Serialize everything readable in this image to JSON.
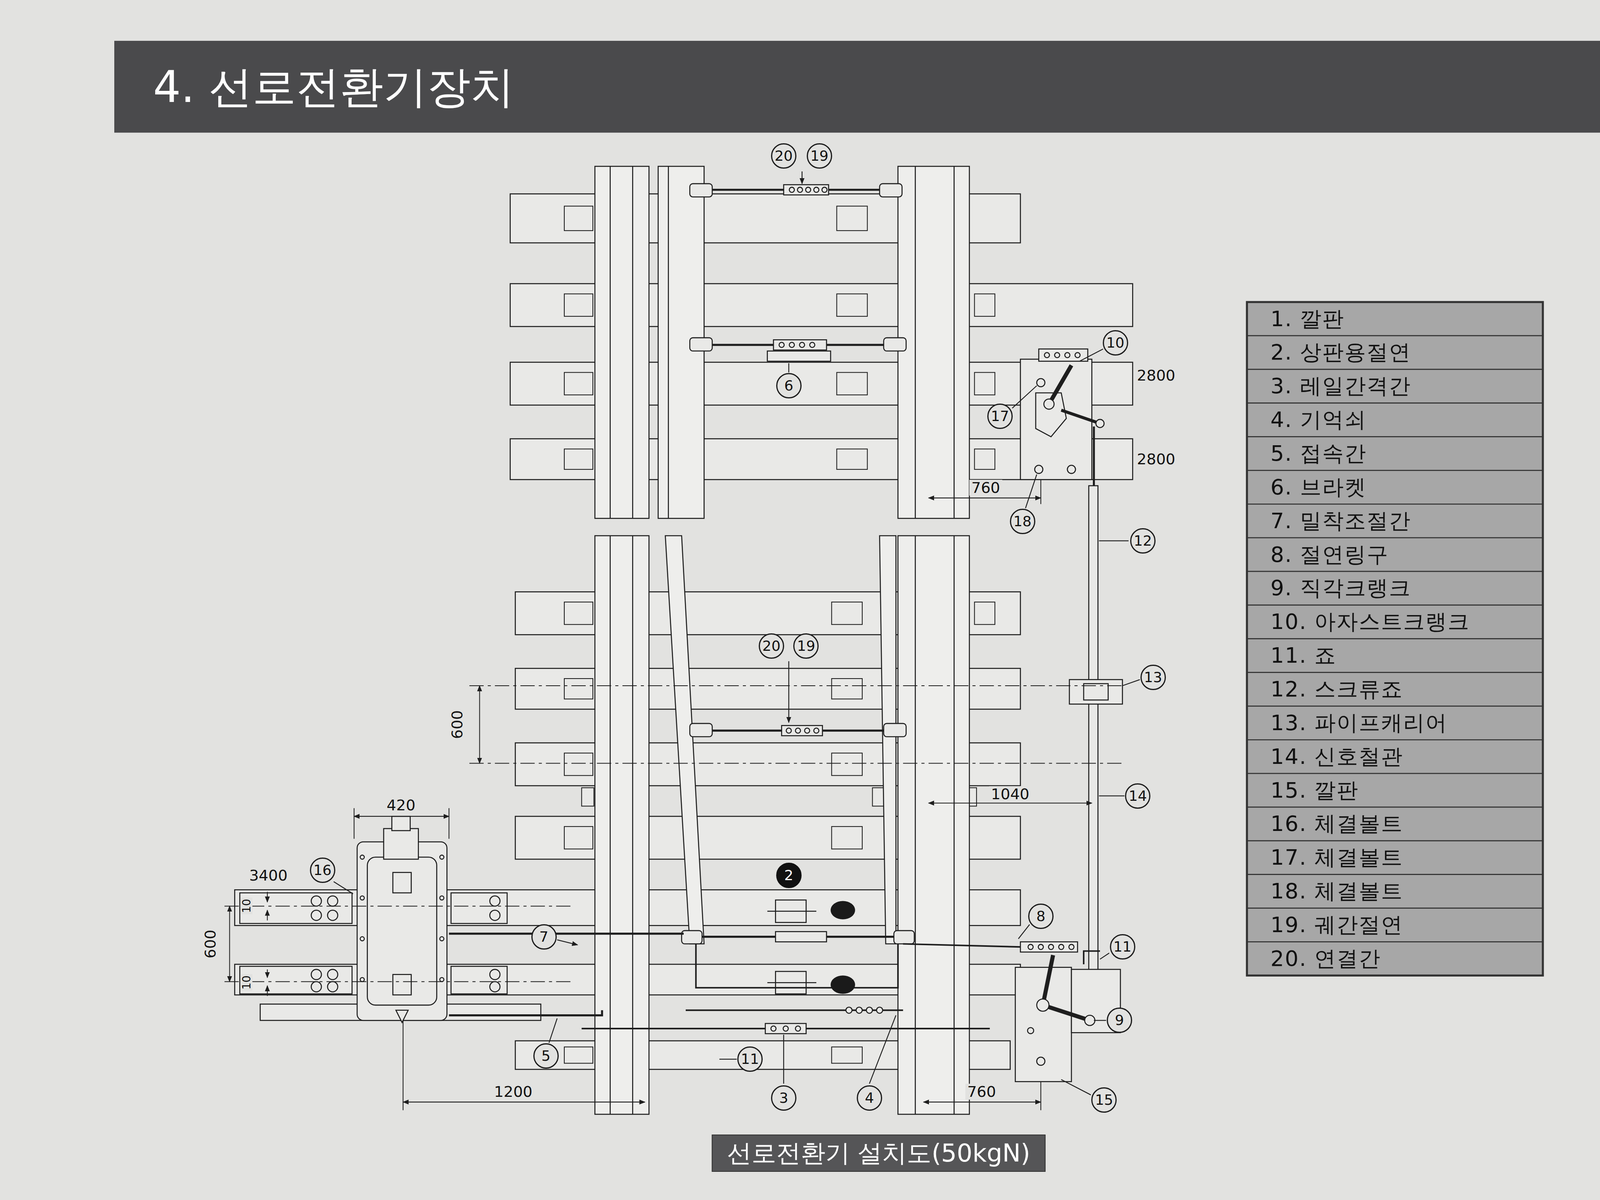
{
  "diagram": {
    "title": "4. 선로전환기장치",
    "caption": "선로전환기 설치도(50kgN)",
    "labels": [
      "20",
      "19",
      "10",
      "2800",
      "17",
      "2800",
      "760",
      "18",
      "6",
      "12",
      "20",
      "19",
      "13",
      "600",
      "1040",
      "14",
      "420",
      "3400",
      "16",
      "2",
      "10",
      "600",
      "8",
      "7",
      "11",
      "10",
      "9",
      "5",
      "11",
      "1200",
      "3",
      "4",
      "760",
      "15",
      "1. 깔판",
      "2. 상판용절연",
      "3. 레일간격간",
      "4. 기억쇠",
      "5. 접속간",
      "6. 브라켓",
      "7. 밀착조절간",
      "8. 절연링구",
      "9. 직각크랭크",
      "10. 아자스트크랭크",
      "11. 죠",
      "12. 스크류죠",
      "13. 파이프캐리어",
      "14. 신호철관",
      "15. 깔판",
      "16. 체결볼트",
      "17. 체결볼트",
      "18. 체결볼트",
      "19. 궤간절연",
      "20. 연결간"
    ]
  }
}
